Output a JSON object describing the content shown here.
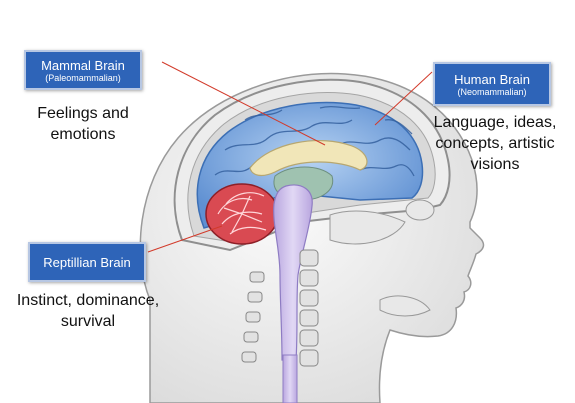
{
  "labels": {
    "mammal": {
      "title": "Mammal Brain",
      "subtitle": "(Paleomammalian)"
    },
    "human": {
      "title": "Human Brain",
      "subtitle": "(Neomammalian)"
    },
    "reptilian": {
      "title": "Reptillian Brain"
    }
  },
  "descriptions": {
    "mammal": [
      "Feelings and",
      "emotions"
    ],
    "human": [
      "Language, ideas,",
      "concepts, artistic",
      "visions"
    ],
    "reptilian": [
      "Instinct, dominance,",
      "survival"
    ]
  },
  "colors": {
    "label_fill": "#2e64b8",
    "leader_line": "#d23a2a",
    "cortex": "#8fb6e6",
    "cerebellum": "#d94a52",
    "brainstem": "#c9b8e8"
  }
}
